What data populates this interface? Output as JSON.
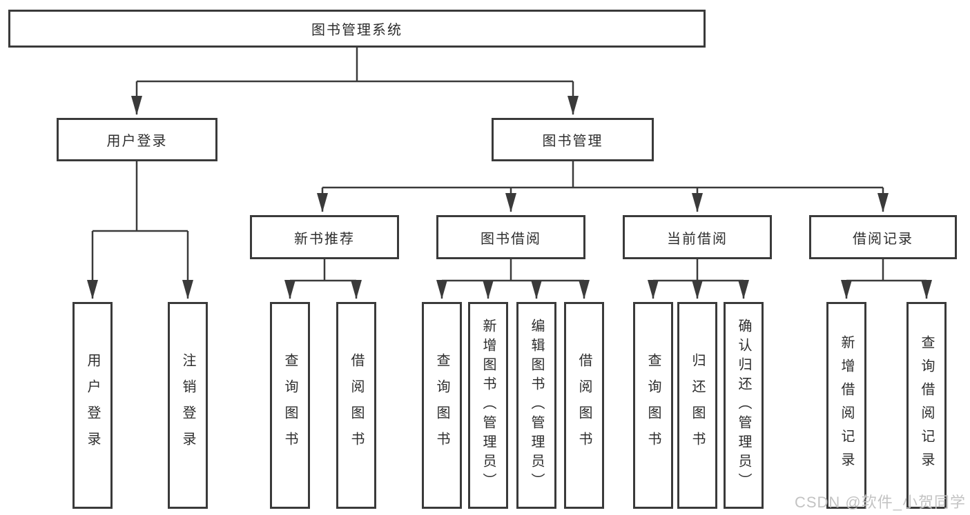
{
  "colors": {
    "line": "#3a3a3a",
    "border": "#3a3a3a",
    "text": "#2d2d2d",
    "watermark": "#c3c3c3",
    "background": "#ffffff"
  },
  "tree": {
    "root": {
      "label": "图书管理系统"
    },
    "user_login": {
      "label": "用户登录",
      "children": [
        {
          "label": "用户登录"
        },
        {
          "label": "注销登录"
        }
      ]
    },
    "book_mgmt": {
      "label": "图书管理",
      "children": [
        {
          "label": "新书推荐",
          "children": [
            {
              "label": "查询图书"
            },
            {
              "label": "借阅图书"
            }
          ]
        },
        {
          "label": "图书借阅",
          "children": [
            {
              "label": "查询图书"
            },
            {
              "label": "新增图书（管理员）"
            },
            {
              "label": "编辑图书（管理员）"
            },
            {
              "label": "借阅图书"
            }
          ]
        },
        {
          "label": "当前借阅",
          "children": [
            {
              "label": "查询图书"
            },
            {
              "label": "归还图书"
            },
            {
              "label": "确认归还（管理员）"
            }
          ]
        },
        {
          "label": "借阅记录",
          "children": [
            {
              "label": "新增借阅记录"
            },
            {
              "label": "查询借阅记录"
            }
          ]
        }
      ]
    }
  },
  "watermark": {
    "text": "CSDN @软件_小贺同学"
  }
}
